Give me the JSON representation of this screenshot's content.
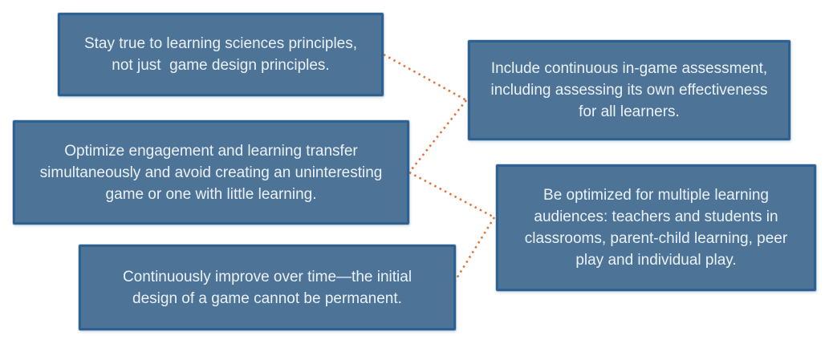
{
  "style": {
    "background": "#ffffff",
    "card_fill": "#4d7396",
    "card_border": "#2d6191",
    "card_text": "#eaf2f9",
    "connector_color": "#e2733a"
  },
  "diagram": {
    "type": "process-principles-diagram",
    "cards": [
      {
        "text": "Stay true to learning sciences principles,\nnot just  game design principles."
      },
      {
        "text": "Optimize engagement and learning transfer\nsimultaneously and avoid creating an uninteresting\ngame or one with little learning."
      },
      {
        "text": "Continuously improve over time—the initial\ndesign of a game cannot be permanent."
      },
      {
        "text": "Include continuous in-game assessment,\nincluding assessing its own effectiveness\nfor all learners."
      },
      {
        "text": "Be optimized for multiple learning\naudiences: teachers and students in\nclassrooms, parent-child learning, peer\nplay and individual play."
      }
    ]
  }
}
